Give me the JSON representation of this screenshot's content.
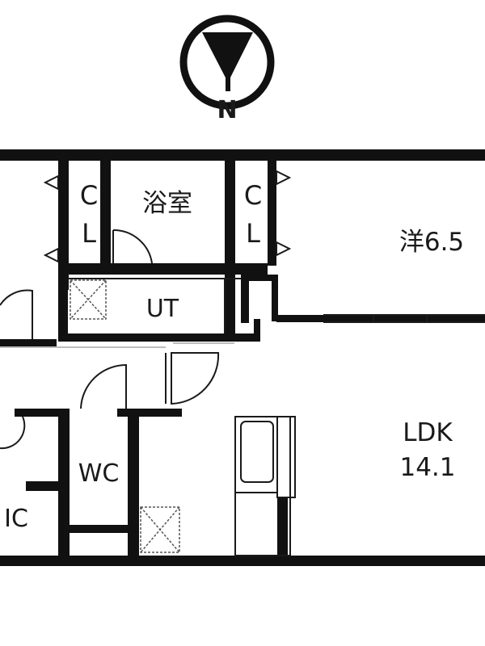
{
  "compass": {
    "letter": "N",
    "icon": "north-arrow-icon"
  },
  "rooms": {
    "bath": "浴室",
    "closet_left": [
      "C",
      "L"
    ],
    "closet_right": [
      "C",
      "L"
    ],
    "western_room": "洋6.5",
    "utility": "UT",
    "ldk": [
      "LDK",
      "14.1"
    ],
    "wc": "WC",
    "walk_in_closet": "IC"
  },
  "colors": {
    "wall": "#111111",
    "ink": "#1a1a1a",
    "background": "#ffffff",
    "light_line": "#bdbdbd"
  }
}
